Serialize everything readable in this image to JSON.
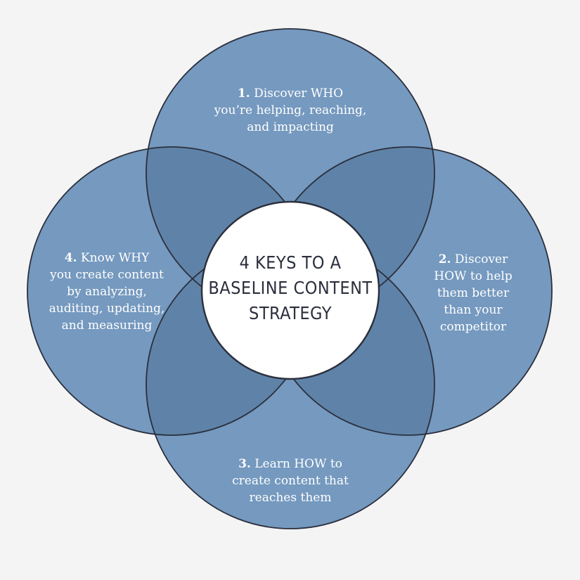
{
  "colors": {
    "background": "#f4f4f4",
    "circle_fill": "#7599bf",
    "overlap_fill": "#5f83a8",
    "outline": "#2b2f3d",
    "center_fill": "#ffffff",
    "text_light": "#ffffff",
    "text_dark": "#2b2f3d"
  },
  "center": {
    "lines": [
      "4 KEYS TO A",
      "BASELINE CONTENT",
      "STRATEGY"
    ]
  },
  "petals": {
    "top": {
      "number": "1.",
      "lines": [
        "Discover WHO",
        "you’re helping, reaching,",
        "and impacting"
      ]
    },
    "right": {
      "number": "2.",
      "lines": [
        "Discover",
        "HOW to help",
        "them better",
        "than your",
        "competitor"
      ]
    },
    "bottom": {
      "number": "3.",
      "lines": [
        "Learn HOW to",
        "create content that",
        "reaches them"
      ]
    },
    "left": {
      "number": "4.",
      "lines": [
        "Know WHY",
        "you create content",
        "by analyzing,",
        "auditing, updating,",
        "and measuring"
      ]
    }
  }
}
